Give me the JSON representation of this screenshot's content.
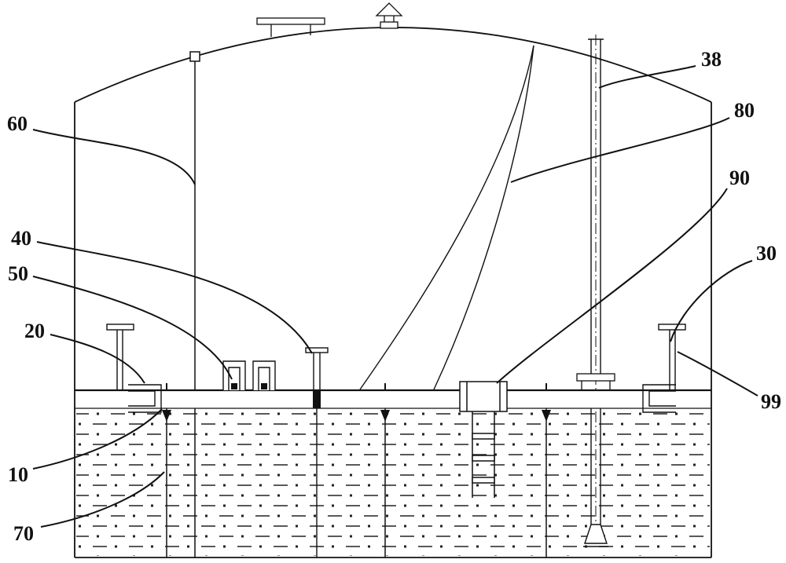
{
  "figure": {
    "kind": "patent-style storage tank cross-section diagram",
    "labels": [
      {
        "id": "60",
        "text": "60"
      },
      {
        "id": "40",
        "text": "40"
      },
      {
        "id": "50",
        "text": "50"
      },
      {
        "id": "20",
        "text": "20"
      },
      {
        "id": "10",
        "text": "10"
      },
      {
        "id": "70",
        "text": "70"
      },
      {
        "id": "38",
        "text": "38"
      },
      {
        "id": "80",
        "text": "80"
      },
      {
        "id": "90",
        "text": "90"
      },
      {
        "id": "30",
        "text": "30"
      },
      {
        "id": "99",
        "text": "99"
      }
    ]
  },
  "colors": {
    "line": "#111111",
    "background": "#ffffff"
  }
}
